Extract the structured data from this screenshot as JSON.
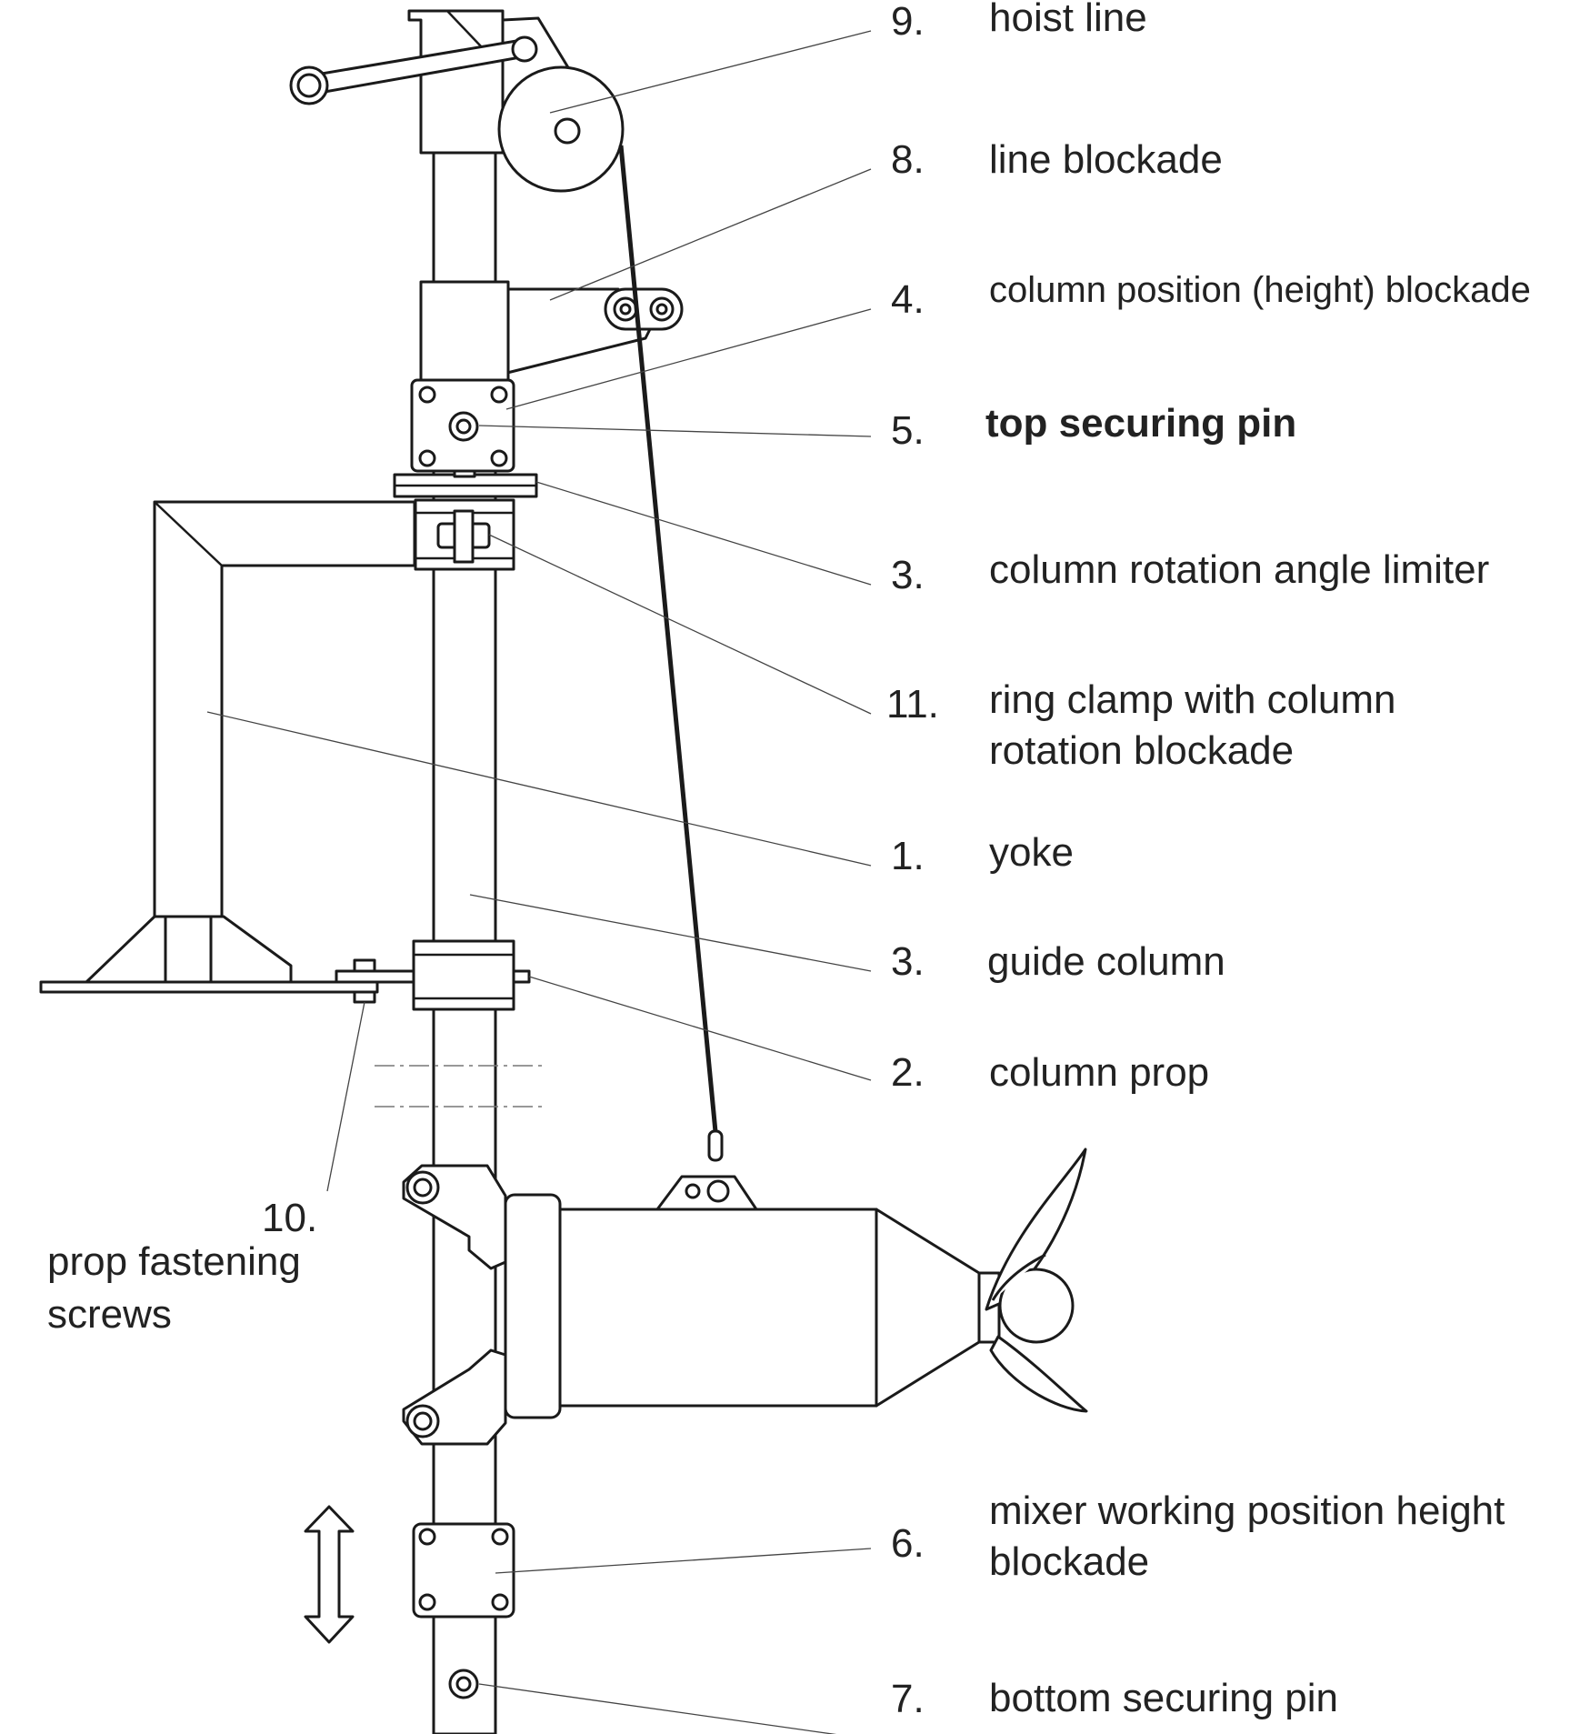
{
  "diagram": {
    "labels": [
      {
        "id": "hoist-line",
        "number": "9.",
        "lines": [
          "hoist line"
        ]
      },
      {
        "id": "line-blockade",
        "number": "8.",
        "lines": [
          "line blockade"
        ]
      },
      {
        "id": "column-position-blockade",
        "number": "4.",
        "lines": [
          "column position (height) blockade"
        ]
      },
      {
        "id": "top-securing-pin",
        "number": "5.",
        "lines": [
          "top securing pin"
        ]
      },
      {
        "id": "column-rotation-angle-limiter",
        "number": "3.",
        "lines": [
          "column rotation angle limiter"
        ]
      },
      {
        "id": "ring-clamp",
        "number": "11.",
        "lines": [
          "ring clamp with column",
          "rotation blockade"
        ]
      },
      {
        "id": "yoke",
        "number": "1.",
        "lines": [
          "yoke"
        ]
      },
      {
        "id": "guide-column",
        "number": "3.",
        "lines": [
          "guide column"
        ]
      },
      {
        "id": "column-prop",
        "number": "2.",
        "lines": [
          "column prop"
        ]
      },
      {
        "id": "prop-fastening-screws",
        "number": "10.",
        "lines": [
          "prop fastening",
          "screws"
        ]
      },
      {
        "id": "mixer-working-position-height-blockade",
        "number": "6.",
        "lines": [
          "mixer working position height",
          "blockade"
        ]
      },
      {
        "id": "bottom-securing-pin",
        "number": "7.",
        "lines": [
          "bottom securing pin"
        ]
      }
    ]
  }
}
